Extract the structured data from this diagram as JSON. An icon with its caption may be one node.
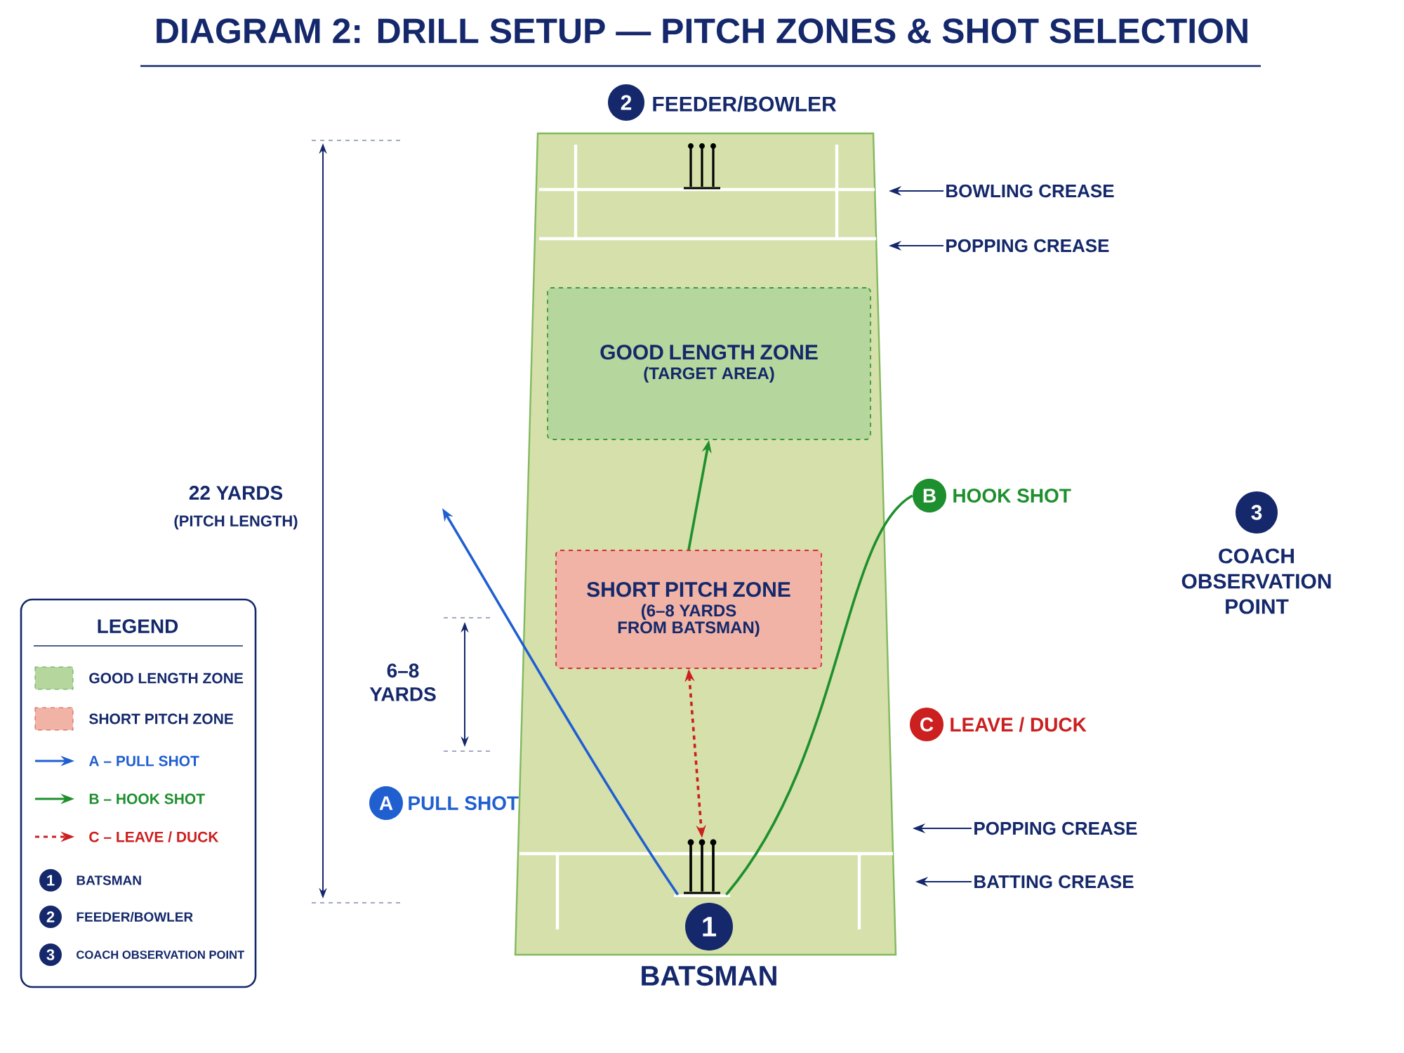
{
  "diagram": {
    "title": "DIAGRAM 2: DRILL SETUP — PITCH ZONES & SHOT SELECTION",
    "nodes": [
      {
        "text": [
          "GOOD LENGTH ZONE",
          "(TARGET AREA)"
        ]
      },
      {
        "text": [
          "SHORT PITCH ZONE",
          "(6–8 YARDS FROM BATSMAN)"
        ]
      },
      {
        "text": [
          "1"
        ],
        "beside": [
          "BATSMAN"
        ]
      },
      {
        "text": [
          "2"
        ],
        "beside": [
          "FEEDER/BOWLER"
        ]
      },
      {
        "text": [
          "3"
        ],
        "beside": [
          "COACH OBSERVATION POINT"
        ]
      },
      {
        "text": [
          "A"
        ],
        "beside": [
          "PULL SHOT"
        ]
      },
      {
        "text": [
          "B"
        ],
        "beside": [
          "HOOK SHOT"
        ]
      },
      {
        "text": [
          "C"
        ],
        "beside": [
          "LEAVE / DUCK"
        ]
      },
      {
        "text": [],
        "shape": "stumps"
      },
      {
        "text": [
          "BOWLING CREASE"
        ]
      },
      {
        "text": [
          "POPPING CREASE"
        ]
      },
      {
        "text": [
          "POPPING CREASE"
        ]
      },
      {
        "text": [
          "BATTING CREASE"
        ]
      }
    ],
    "edges": [
      {
        "from": 1,
        "to": 0,
        "arrow": "to",
        "color": "#1e8f2e"
      },
      {
        "from": 1,
        "to": 8,
        "arrow": "both",
        "style": "dashed",
        "color": "#cc1f1f"
      },
      {
        "from": 8,
        "to": null,
        "arrow": "to",
        "color": "#1f5fd0"
      },
      {
        "from": 8,
        "to": 6,
        "arrow": "none",
        "color": "#1e8f2e"
      },
      {
        "from": 9,
        "to": null,
        "arrow": "to"
      },
      {
        "from": 10,
        "to": null,
        "arrow": "to"
      },
      {
        "from": 11,
        "to": null,
        "arrow": "to"
      },
      {
        "from": 12,
        "to": null,
        "arrow": "to"
      }
    ],
    "labels": [
      "22 YARDS",
      "(PITCH LENGTH)",
      "6–8 YARDS",
      "LEGEND",
      "1",
      "2",
      "3"
    ],
    "legend": [
      {
        "text": "GOOD LENGTH ZONE",
        "color": "#b5d69c"
      },
      {
        "text": "SHORT PITCH ZONE",
        "color": "#f0b3a6"
      },
      {
        "text": "A – PULL SHOT"
      },
      {
        "text": "B – HOOK SHOT"
      },
      {
        "text": "C – LEAVE / DUCK"
      },
      {
        "text": "BATSMAN"
      },
      {
        "text": "FEEDER/BOWLER"
      },
      {
        "text": "COACH OBSERVATION POINT"
      }
    ]
  }
}
